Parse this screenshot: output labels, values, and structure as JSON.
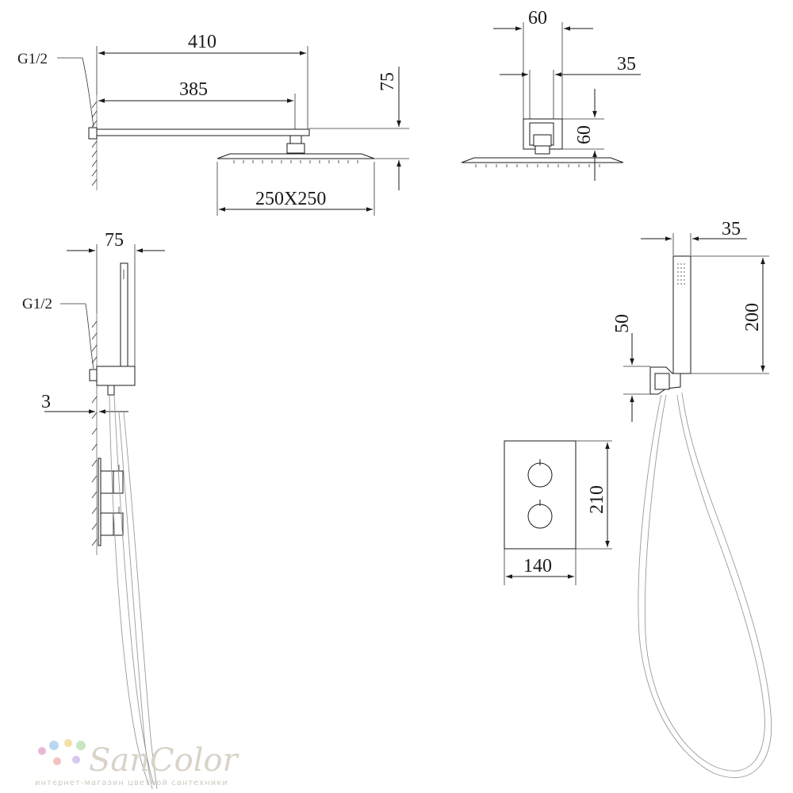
{
  "overhead_shower": {
    "thread_label": "G1/2",
    "arm_length": "410",
    "arm_reach": "385",
    "head_size": "250X250",
    "drop_height": "75"
  },
  "shower_side_view": {
    "mount_width": "60",
    "arm_width": "35",
    "mount_height": "60"
  },
  "hand_shower_side": {
    "thread_label": "G1/2",
    "projection": "75",
    "wall_gap": "3"
  },
  "hand_shower_front": {
    "handle_width": "35",
    "handle_length": "200",
    "holder_height": "50"
  },
  "thermostat_plate": {
    "height": "210",
    "width": "140"
  },
  "watermark": {
    "brand": "SanColor",
    "tagline": "интернет-магазин цветной сантехники",
    "dot_colors": [
      "#e9b7d6",
      "#b9d7f0",
      "#f2e0a6",
      "#c8e6c0",
      "#f4c2c2",
      "#d6c8ef"
    ]
  }
}
